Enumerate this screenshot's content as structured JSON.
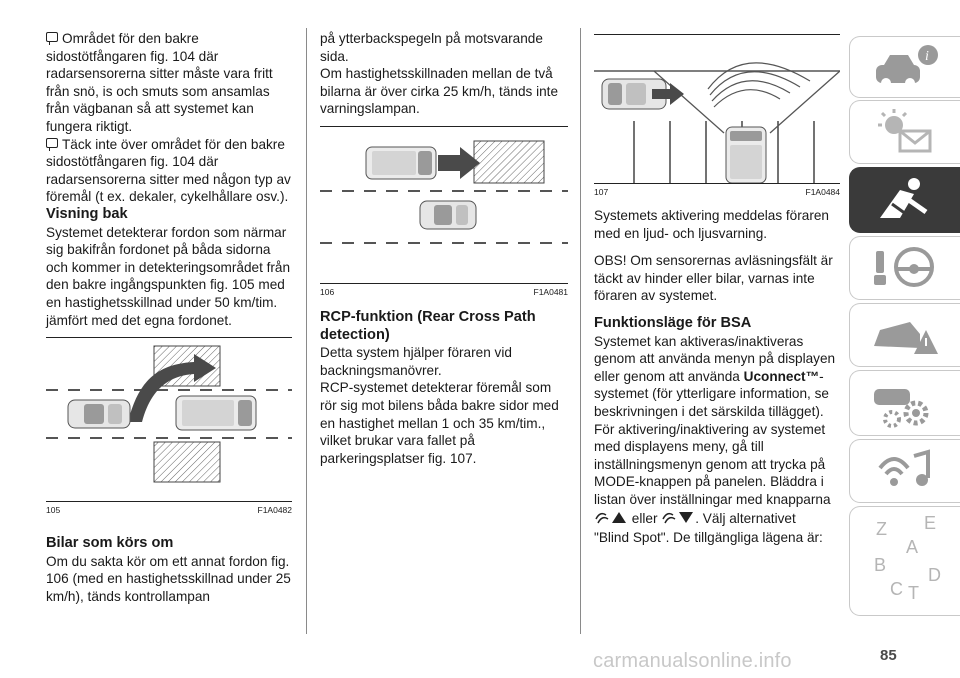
{
  "col1": {
    "p1": "Området för den bakre sidostötfångaren fig. 104 där radarsensorerna sitter måste vara fritt från snö, is och smuts som ansamlas från vägbanan så att systemet kan fungera riktigt.",
    "p2": "Täck inte över området för den bakre sidostötfångaren fig. 104 där radarsensorerna sitter med någon typ av föremål (t ex. dekaler, cykelhållare osv.).",
    "h1": "Visning bak",
    "p3": "Systemet detekterar fordon som närmar sig bakifrån fordonet på båda sidorna och kommer in detekteringsområdet från den bakre ingångspunkten fig. 105 med en hastighetsskillnad under 50 km/tim. jämfört med det egna fordonet.",
    "fig_num": "105",
    "fig_code": "F1A0482",
    "h2": "Bilar som körs om",
    "p4": "Om du sakta kör om ett annat fordon fig. 106 (med en hastighetsskillnad under 25 km/h), tänds kontrollampan"
  },
  "col2": {
    "p1": "på ytterbackspegeln på motsvarande sida.",
    "p2": "Om hastighetsskillnaden mellan de två bilarna är över cirka 25 km/h, tänds inte varningslampan.",
    "fig_num": "106",
    "fig_code": "F1A0481",
    "h1": "RCP-funktion (Rear Cross Path detection)",
    "p3": "Detta system hjälper föraren vid backningsmanövrer.",
    "p4": "RCP-systemet detekterar föremål som rör sig mot bilens båda bakre sidor med en hastighet mellan 1 och 35 km/tim., vilket brukar vara fallet på parkeringsplatser fig. 107."
  },
  "col3": {
    "fig_num": "107",
    "fig_code": "F1A0484",
    "p1": "Systemets aktivering meddelas föraren med en ljud- och ljusvarning.",
    "p2": "OBS! Om sensorernas avläsningsfält är täckt av hinder eller bilar, varnas inte föraren av systemet.",
    "h1": "Funktionsläge för BSA",
    "p3": "Systemet kan aktiveras/inaktiveras genom att använda menyn på displayen eller genom att använda",
    "p3_bold": "Uconnect™",
    "p3_rest": "-systemet (för ytterligare information, se beskrivningen i det särskilda tillägget).",
    "p4": "För aktivering/inaktivering av systemet med displayens meny, gå till inställningsmenyn genom att trycka på MODE-knappen på panelen. Bläddra i listan över inställningar med knapparna",
    "p4_mid": "eller",
    "p4_end": ". Välj alternativet",
    "p5": "\"Blind Spot\". De tillgängliga lägena är:"
  },
  "sidebar": {
    "tabs": [
      "car-info-icon",
      "warning-lights-icon",
      "safety-icon",
      "starting-driving-icon",
      "emergency-icon",
      "maintenance-icon",
      "multimedia-icon",
      "index-icon"
    ],
    "active_index": 2,
    "index_letters": [
      "Z",
      "E",
      "A",
      "B",
      "C",
      "T",
      "D"
    ]
  },
  "page_number": "85",
  "watermark": "carmanualsonline.info",
  "colors": {
    "active_tab": "#3a3a3a",
    "tab_icon": "#9a9a9a",
    "arrow": "#555555"
  }
}
